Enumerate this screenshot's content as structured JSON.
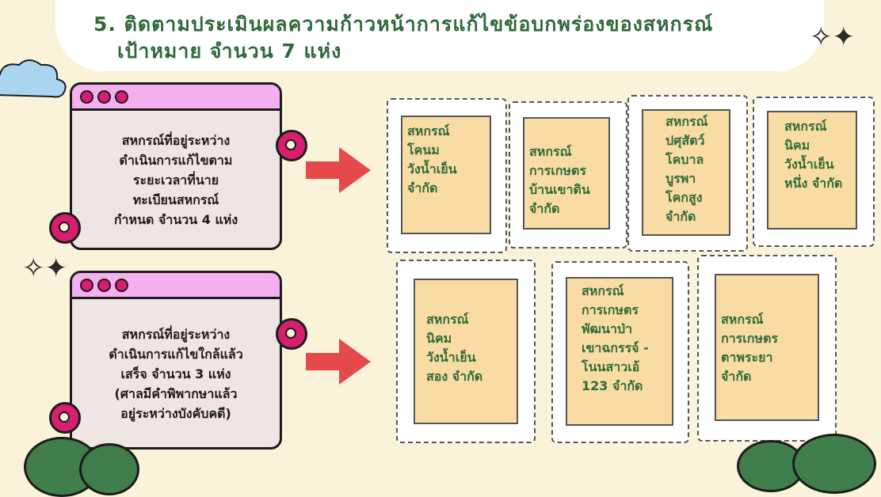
{
  "title": {
    "line1": "5. ติดตามประเมินผลความก้าวหน้าการแก้ไขข้อบกพร่องของสหกรณ์",
    "line2": "เป้าหมาย  จำนวน  7  แห่ง"
  },
  "groups": [
    {
      "text": "สหกรณ์ที่อยู่ระหว่าง\nดำเนินการแก้ไขตาม\nระยะเวลาที่นาย\nทะเบียนสหกรณ์\nกำหนด จำนวน 4 แห่ง",
      "stamps": [
        "สหกรณ์\nโคนม\nวังน้ำเย็น\nจำกัด",
        "สหกรณ์\nการเกษตร\nบ้านเขาดิน\nจำกัด",
        "สหกรณ์\nปศุสัตว์\nโคบาล\nบูรพา\nโคกสูง\nจำกัด",
        "สหกรณ์\nนิคม\nวังน้ำเย็น\nหนึ่ง จำกัด"
      ]
    },
    {
      "text": "สหกรณ์ที่อยู่ระหว่าง\nดำเนินการแก้ไขใกล้แล้ว\nเสร็จ จำนวน 3 แห่ง\n(ศาลมีคำพิพากษาแล้ว\nอยู่ระหว่างบังคับคดี)",
      "stamps": [
        "สหกรณ์\nนิคม\nวังน้ำเย็น\nสอง จำกัด",
        "สหกรณ์\nการเกษตร\nพัฒนาป่า\nเขาฉกรรจ์ -\nโนนสาวเอ้\n123 จำกัด",
        "สหกรณ์\nการเกษตร\nตาพระยา\nจำกัด"
      ]
    }
  ],
  "colors": {
    "background": "#fbf3d9",
    "title": "#2f6b3a",
    "window_bar": "#f4b0ef",
    "accent": "#d71f6d",
    "arrow": "#e6494a",
    "stamp_fill": "#f9dca3"
  },
  "icons": [
    "cloud-icon",
    "sparkle-icon",
    "arrow-right-icon",
    "window-dots-icon"
  ]
}
